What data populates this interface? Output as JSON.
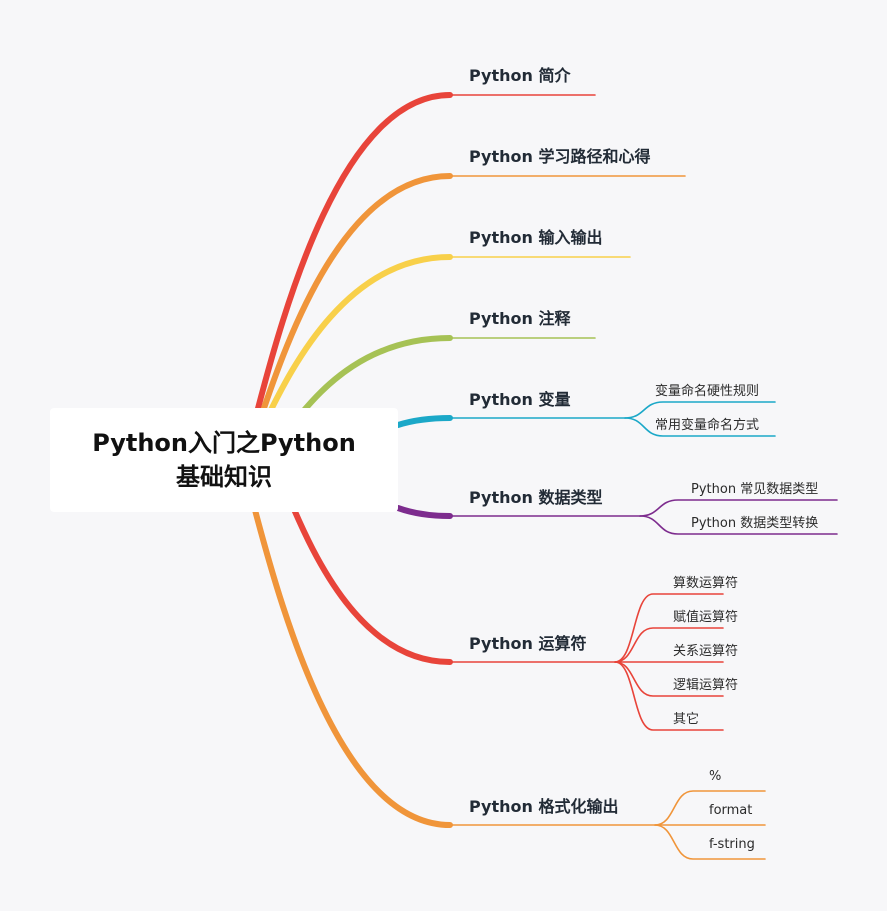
{
  "root": {
    "title": "Python入门之Python\n基础知识"
  },
  "branches": [
    {
      "label": "Python 简介",
      "color": "#e8443a",
      "children": []
    },
    {
      "label": "Python 学习路径和心得",
      "color": "#f0953a",
      "children": []
    },
    {
      "label": "Python 输入输出",
      "color": "#f8d04a",
      "children": []
    },
    {
      "label": "Python 注释",
      "color": "#a6c255",
      "children": []
    },
    {
      "label": "Python 变量",
      "color": "#1ba8c8",
      "children": [
        "变量命名硬性规则",
        "常用变量命名方式"
      ]
    },
    {
      "label": "Python 数据类型",
      "color": "#7d2c8e",
      "children": [
        "Python 常见数据类型",
        "Python 数据类型转换"
      ]
    },
    {
      "label": "Python 运算符",
      "color": "#e8443a",
      "children": [
        "算数运算符",
        "赋值运算符",
        "关系运算符",
        "逻辑运算符",
        "其它"
      ]
    },
    {
      "label": "Python 格式化输出",
      "color": "#f0953a",
      "children": [
        "%",
        "format",
        "f-string"
      ]
    }
  ]
}
